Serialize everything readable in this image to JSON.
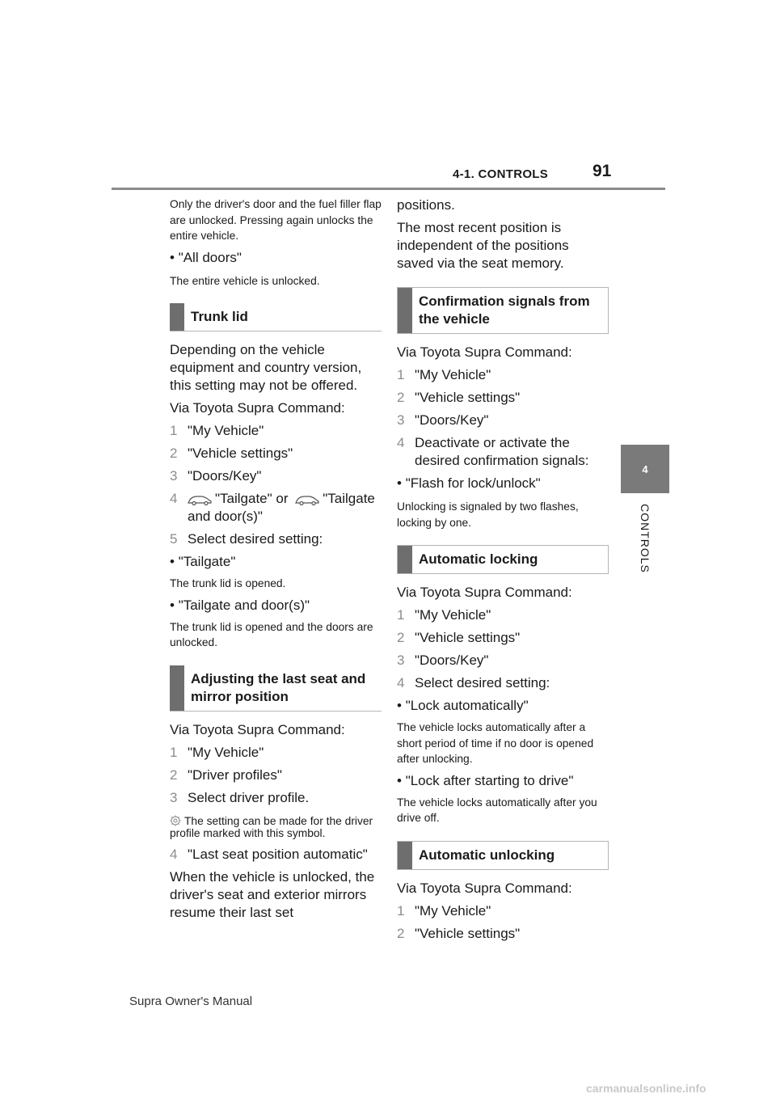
{
  "header": {
    "section": "4-1. CONTROLS",
    "page_number": "91"
  },
  "side_tab": {
    "number": "4",
    "label": "CONTROLS"
  },
  "footer": {
    "manual_name": "Supra Owner's Manual"
  },
  "watermark": "carmanualsonline.info",
  "left": {
    "intro_small": "Only the driver's door and the fuel filler flap are unlocked. Pressing again unlocks the entire vehicle.",
    "bullet_all_doors": "\"All doors\"",
    "all_doors_desc": "The entire vehicle is unlocked.",
    "trunk_heading": "Trunk lid",
    "trunk_intro": "Depending on the vehicle equipment and country version, this setting may not be offered.",
    "trunk_via": "Via Toyota Supra Command:",
    "trunk_steps": [
      {
        "n": "1",
        "t": "\"My Vehicle\""
      },
      {
        "n": "2",
        "t": "\"Vehicle settings\""
      },
      {
        "n": "3",
        "t": "\"Doors/Key\""
      }
    ],
    "trunk_step4_num": "4",
    "trunk_step4_a": "\"Tailgate\" or",
    "trunk_step4_b": "\"Tailgate and door(s)\"",
    "trunk_step5_num": "5",
    "trunk_step5": "Select desired setting:",
    "bullet_tailgate": "\"Tailgate\"",
    "tailgate_desc": "The trunk lid is opened.",
    "bullet_tailgate_doors": "\"Tailgate and door(s)\"",
    "tailgate_doors_desc": "The trunk lid is opened and the doors are unlocked.",
    "seat_heading": "Adjusting the last seat and mirror position",
    "seat_via": "Via Toyota Supra Command:",
    "seat_steps": [
      {
        "n": "1",
        "t": "\"My Vehicle\""
      },
      {
        "n": "2",
        "t": "\"Driver profiles\""
      },
      {
        "n": "3",
        "t": "Select driver profile."
      }
    ],
    "seat_note": "The setting can be made for the driver profile marked with this symbol.",
    "seat_step4_num": "4",
    "seat_step4": "\"Last seat position automatic\"",
    "seat_outro": "When the vehicle is unlocked, the driver's seat and exterior mirrors resume their last set"
  },
  "right": {
    "cont": "positions.",
    "recent": "The most recent position is independent of the positions saved via the seat memory.",
    "confirm_heading": "Confirmation signals from the vehicle",
    "confirm_via": "Via Toyota Supra Command:",
    "confirm_steps": [
      {
        "n": "1",
        "t": "\"My Vehicle\""
      },
      {
        "n": "2",
        "t": "\"Vehicle settings\""
      },
      {
        "n": "3",
        "t": "\"Doors/Key\""
      },
      {
        "n": "4",
        "t": "Deactivate or activate the desired confirmation signals:"
      }
    ],
    "bullet_flash": "\"Flash for lock/unlock\"",
    "flash_desc": "Unlocking is signaled by two flashes, locking by one.",
    "autolock_heading": "Automatic locking",
    "autolock_via": "Via Toyota Supra Command:",
    "autolock_steps": [
      {
        "n": "1",
        "t": "\"My Vehicle\""
      },
      {
        "n": "2",
        "t": "\"Vehicle settings\""
      },
      {
        "n": "3",
        "t": "\"Doors/Key\""
      },
      {
        "n": "4",
        "t": "Select desired setting:"
      }
    ],
    "bullet_lock_auto": "\"Lock automatically\"",
    "lock_auto_desc": "The vehicle locks automatically after a short period of time if no door is opened after unlocking.",
    "bullet_lock_drive": "\"Lock after starting to drive\"",
    "lock_drive_desc": "The vehicle locks automatically after you drive off.",
    "autounlock_heading": "Automatic unlocking",
    "autounlock_via": "Via Toyota Supra Command:",
    "autounlock_steps": [
      {
        "n": "1",
        "t": "\"My Vehicle\""
      },
      {
        "n": "2",
        "t": "\"Vehicle settings\""
      }
    ]
  }
}
